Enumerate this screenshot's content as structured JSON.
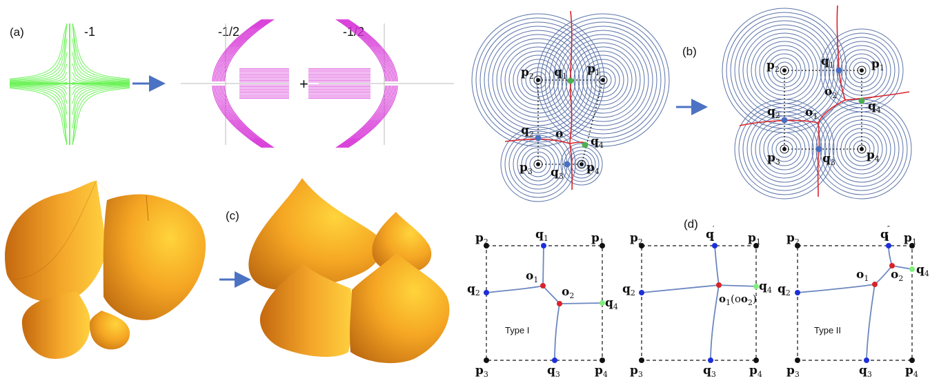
{
  "panel_labels": {
    "a": "(a)",
    "b": "(b)",
    "c": "(c)",
    "d": "(d)"
  },
  "panel_a": {
    "charge_left": "-1",
    "charge_mid": "-1/2",
    "plus": "+",
    "charge_right": "-1/2"
  },
  "points": {
    "p1": "p",
    "p2": "p",
    "p3": "p",
    "p4": "p",
    "q1": "q",
    "q2": "q",
    "q3": "q",
    "q4": "q",
    "o": "o",
    "o1": "o",
    "o2": "o",
    "sub1": "1",
    "sub2": "2",
    "sub3": "3",
    "sub4": "4",
    "o1o2_text": "o",
    "prime": "′",
    "dprime": "″"
  },
  "panel_d": {
    "type1": "Type I",
    "type2": "Type II",
    "o1o2_label": "(o",
    "o1o2_close": ")"
  },
  "colors": {
    "green": "#6ef35a",
    "magenta": "#d62fd6",
    "blue": "#5a72a8",
    "red": "#d8232a",
    "orange": "#f2a21d",
    "arrow": "#4b72c3"
  }
}
